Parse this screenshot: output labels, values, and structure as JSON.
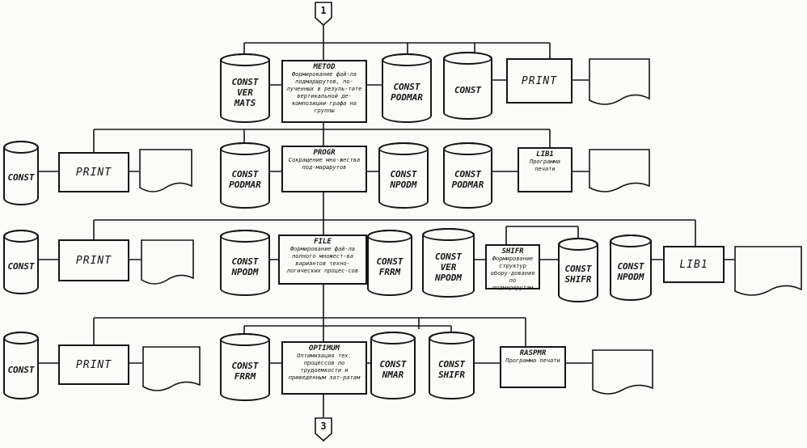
{
  "connectors": {
    "top": "1",
    "bottom": "3"
  },
  "rows": [
    {
      "left": [
        {
          "kind": "cyl",
          "label": "CONST\nVER\nMATS"
        }
      ],
      "process": {
        "title": "METOD",
        "desc": "Формирование фай-ла подмаршрутов, по-лученных в резуль-тате вертикальной де-композиции графа на группы"
      },
      "right": [
        {
          "kind": "cyl",
          "label": "CONST\nPODMAR"
        },
        {
          "kind": "cyl",
          "label": "CONST"
        },
        {
          "kind": "box",
          "label": "PRINT"
        },
        {
          "kind": "doc"
        }
      ]
    },
    {
      "left": [
        {
          "kind": "cyl",
          "label": "CONST"
        },
        {
          "kind": "box",
          "label": "PRINT"
        },
        {
          "kind": "doc"
        },
        {
          "kind": "cyl",
          "label": "CONST\nPODMAR"
        }
      ],
      "process": {
        "title": "PROGR",
        "desc": "Сокращение мно-жества под-маршрутов"
      },
      "right": [
        {
          "kind": "cyl",
          "label": "CONST\nNPODM"
        },
        {
          "kind": "cyl",
          "label": "CONST\nPODMAR"
        },
        {
          "kind": "proc",
          "title": "LIB1",
          "desc": "Программа печати"
        },
        {
          "kind": "doc"
        }
      ]
    },
    {
      "left": [
        {
          "kind": "cyl",
          "label": "CONST"
        },
        {
          "kind": "box",
          "label": "PRINT"
        },
        {
          "kind": "doc"
        },
        {
          "kind": "cyl",
          "label": "CONST\nNPODM"
        }
      ],
      "process": {
        "title": "FILE",
        "desc": "Формирование фай-ла полного множест-ва вариантов техно-логических процес-сов"
      },
      "right": [
        {
          "kind": "cyl",
          "label": "CONST\nFRRM"
        },
        {
          "kind": "cyl",
          "label": "CONST\nVER\nNPODM"
        },
        {
          "kind": "proc",
          "title": "SHIFR",
          "desc": "Формирование структур обору-дования по подмаршрутам"
        },
        {
          "kind": "cyl",
          "label": "CONST\nSHIFR"
        },
        {
          "kind": "cyl",
          "label": "CONST\nNPODM"
        },
        {
          "kind": "box",
          "label": "LIB1"
        },
        {
          "kind": "doc"
        }
      ]
    },
    {
      "left": [
        {
          "kind": "cyl",
          "label": "CONST"
        },
        {
          "kind": "box",
          "label": "PRINT"
        },
        {
          "kind": "doc"
        },
        {
          "kind": "cyl",
          "label": "CONST\nFRRM"
        }
      ],
      "process": {
        "title": "OPTIMUM",
        "desc": "Оптимизация тех. процессов по трудоемкости и приведенным зат-ратам"
      },
      "right": [
        {
          "kind": "cyl",
          "label": "CONST\nNMAR"
        },
        {
          "kind": "cyl",
          "label": "CONST\nSHIFR"
        },
        {
          "kind": "proc",
          "title": "RASPMR",
          "desc": "Программа печати"
        },
        {
          "kind": "doc"
        }
      ]
    }
  ]
}
